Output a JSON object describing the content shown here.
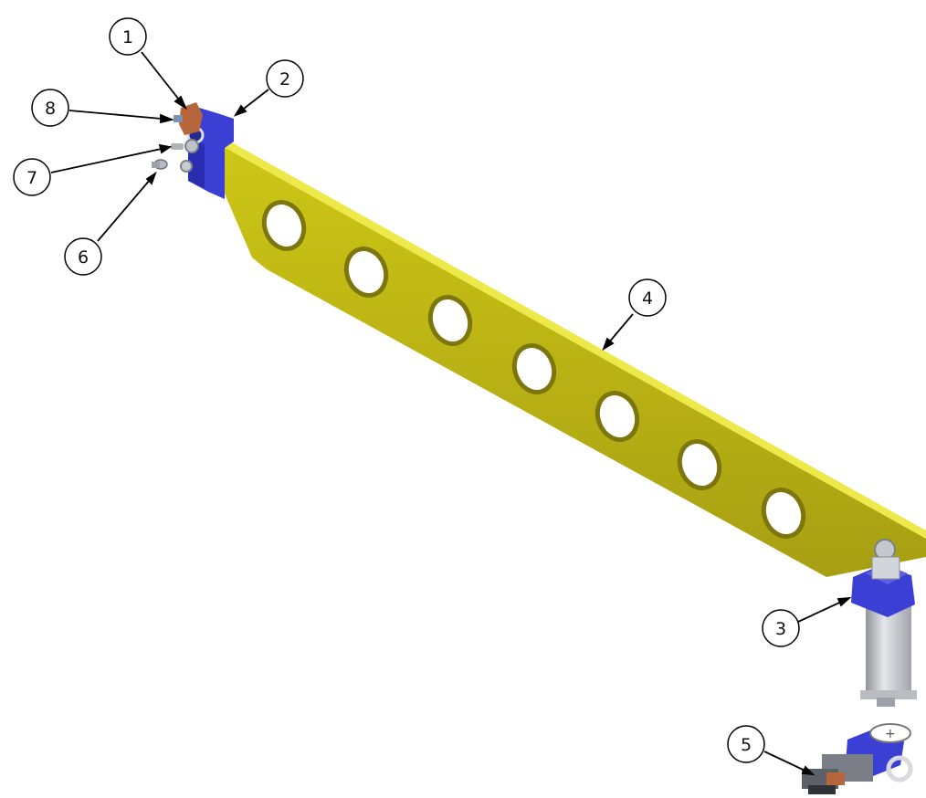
{
  "figure": {
    "type": "exploded assembly drawing with balloon callouts",
    "colors": {
      "arm": "#d9d21a",
      "arm_edge": "#f2ee55",
      "arm_shadow": "#9c9414",
      "bracket": "#3b3fd4",
      "bracket_dark": "#23259a",
      "cylinder": "#c9cdd2",
      "copper": "#b7653a",
      "leader": "#000000"
    },
    "callouts": [
      {
        "id": "b1",
        "label": "1"
      },
      {
        "id": "b2",
        "label": "2"
      },
      {
        "id": "b3",
        "label": "3"
      },
      {
        "id": "b4",
        "label": "4"
      },
      {
        "id": "b5",
        "label": "5"
      },
      {
        "id": "b6",
        "label": "6"
      },
      {
        "id": "b7",
        "label": "7"
      },
      {
        "id": "b8",
        "label": "8"
      }
    ]
  }
}
